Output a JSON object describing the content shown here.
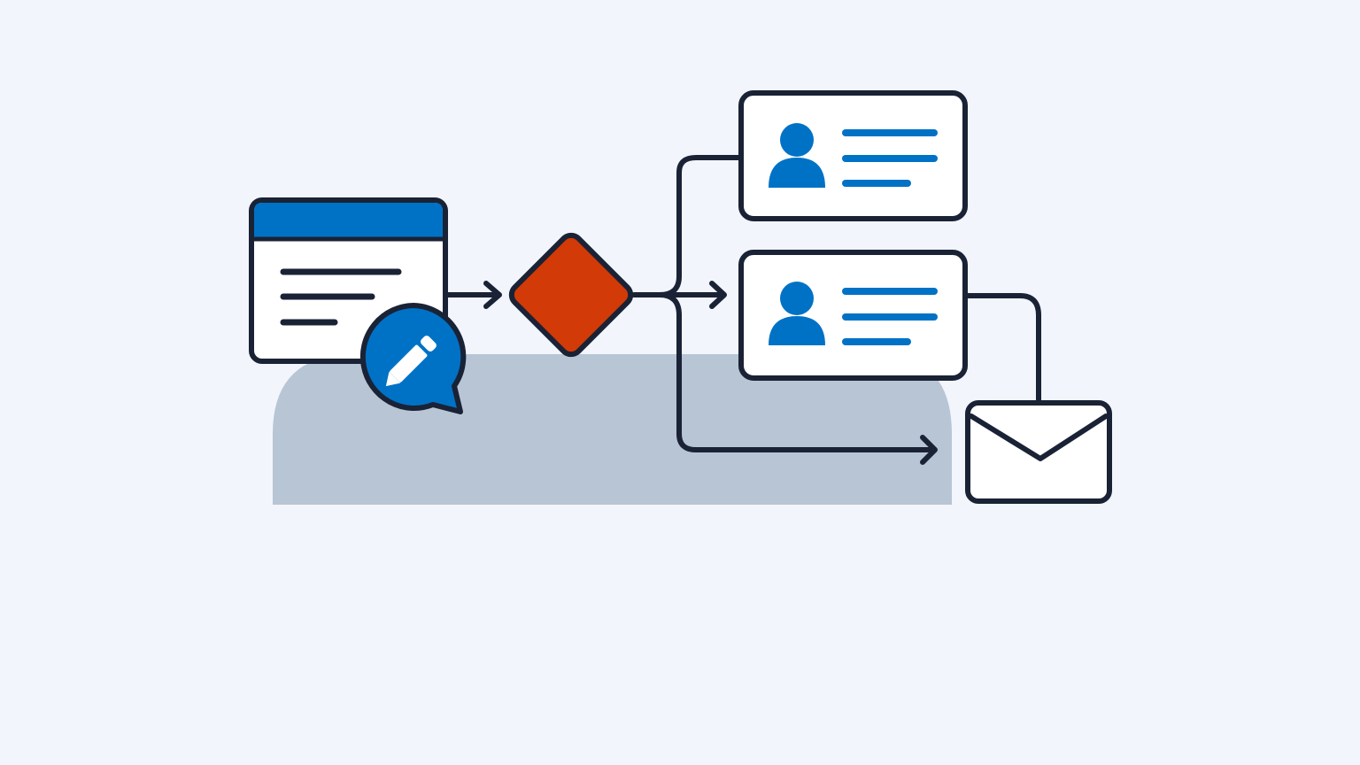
{
  "colors": {
    "background": "#f2f5fc",
    "backdrop": "#b7c5d4",
    "outline": "#1a2235",
    "primary_blue": "#0072c6",
    "decision_red": "#d23a07",
    "card_fill": "#ffffff"
  },
  "nodes": [
    {
      "id": "form-window",
      "kind": "document",
      "icon": "form-window-icon"
    },
    {
      "id": "edit-badge",
      "kind": "annotation",
      "icon": "pencil-chat-icon"
    },
    {
      "id": "decision",
      "kind": "gateway",
      "icon": "diamond-icon"
    },
    {
      "id": "contact-card-1",
      "kind": "record",
      "icon": "user-icon"
    },
    {
      "id": "contact-card-2",
      "kind": "record",
      "icon": "user-icon"
    },
    {
      "id": "email",
      "kind": "message",
      "icon": "envelope-icon"
    }
  ],
  "edges": [
    {
      "from": "form-window",
      "to": "decision"
    },
    {
      "from": "decision",
      "to": "contact-card-1"
    },
    {
      "from": "decision",
      "to": "contact-card-2"
    },
    {
      "from": "decision",
      "to": "email"
    },
    {
      "from": "contact-card-2",
      "to": "email"
    }
  ]
}
